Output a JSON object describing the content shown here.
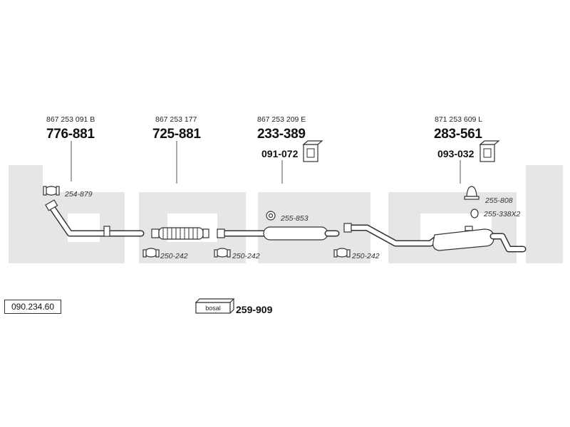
{
  "brand_watermark": "bosal",
  "reference_number": "090.234.60",
  "parts": [
    {
      "oe_number": "867 253 091 B",
      "part_number": "776-881",
      "accessory": "254-879"
    },
    {
      "oe_number": "867 253 177",
      "part_number": "725-881",
      "accessory": "250-242"
    },
    {
      "oe_number": "867 253 209 E",
      "part_number": "233-389",
      "mount": "091-072",
      "accessory": "255-853",
      "clamp": "250-242"
    },
    {
      "oe_number": "871 253 609 L",
      "part_number": "283-561",
      "mount": "093-032",
      "accessory": "255-808",
      "accessory2": "255-338X2",
      "clamp": "250-242"
    }
  ],
  "kit": {
    "label": "bosal",
    "part_number": "259-909"
  },
  "colors": {
    "watermark": "#e6e6e6",
    "line": "#333333"
  }
}
